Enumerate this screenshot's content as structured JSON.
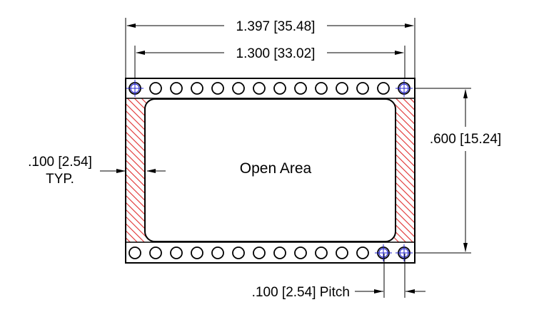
{
  "dimensions": {
    "overall_width": "1.397 [35.48]",
    "pin_span": "1.300 [33.02]",
    "row_spacing": ".600 [15.24]",
    "edge_width_line1": ".100 [2.54]",
    "edge_width_line2": "TYP.",
    "pitch": ".100 [2.54] Pitch"
  },
  "open_area_label": "Open Area",
  "pins_per_row": 14,
  "colors": {
    "outline": "#000000",
    "hatch": "#e03030",
    "reference_pin": "#2222cc"
  }
}
